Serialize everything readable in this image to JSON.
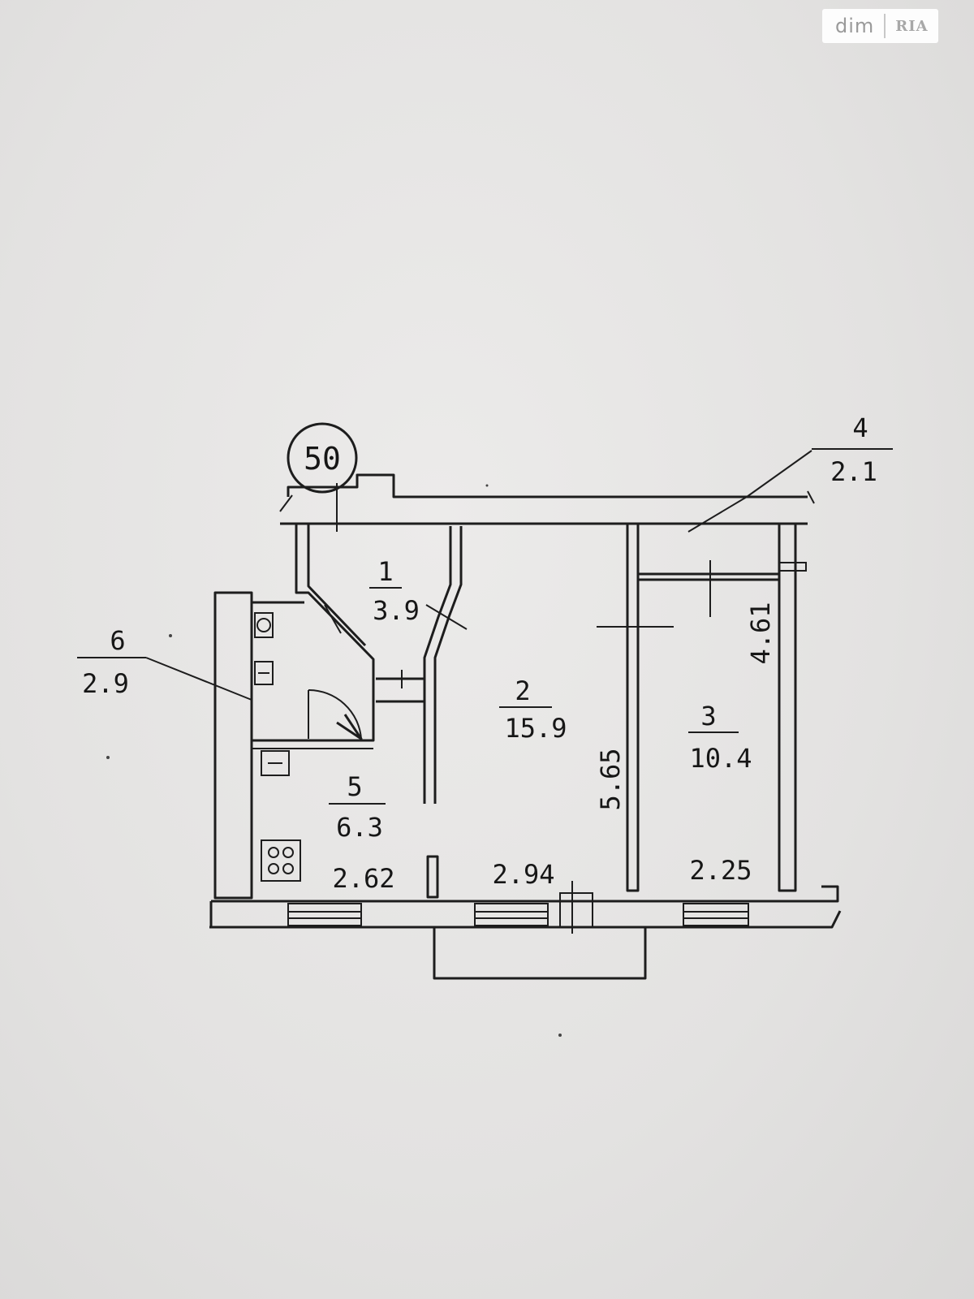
{
  "plan_number": "50",
  "rooms": [
    {
      "id": "1",
      "area": "3.9"
    },
    {
      "id": "2",
      "area": "15.9"
    },
    {
      "id": "3",
      "area": "10.4"
    },
    {
      "id": "4",
      "area": "2.1"
    },
    {
      "id": "5",
      "area": "6.3"
    },
    {
      "id": "6",
      "area": "2.9"
    }
  ],
  "dimensions": {
    "kitchen_width": "2.62",
    "living_width": "2.94",
    "bedroom_width": "2.25",
    "living_depth": "5.65",
    "bedroom_depth": "4.61"
  },
  "watermark": {
    "text": "dim",
    "logo": "RIA"
  },
  "colors": {
    "ink": "#1d1d1d",
    "paper": "#e4e3e2"
  }
}
